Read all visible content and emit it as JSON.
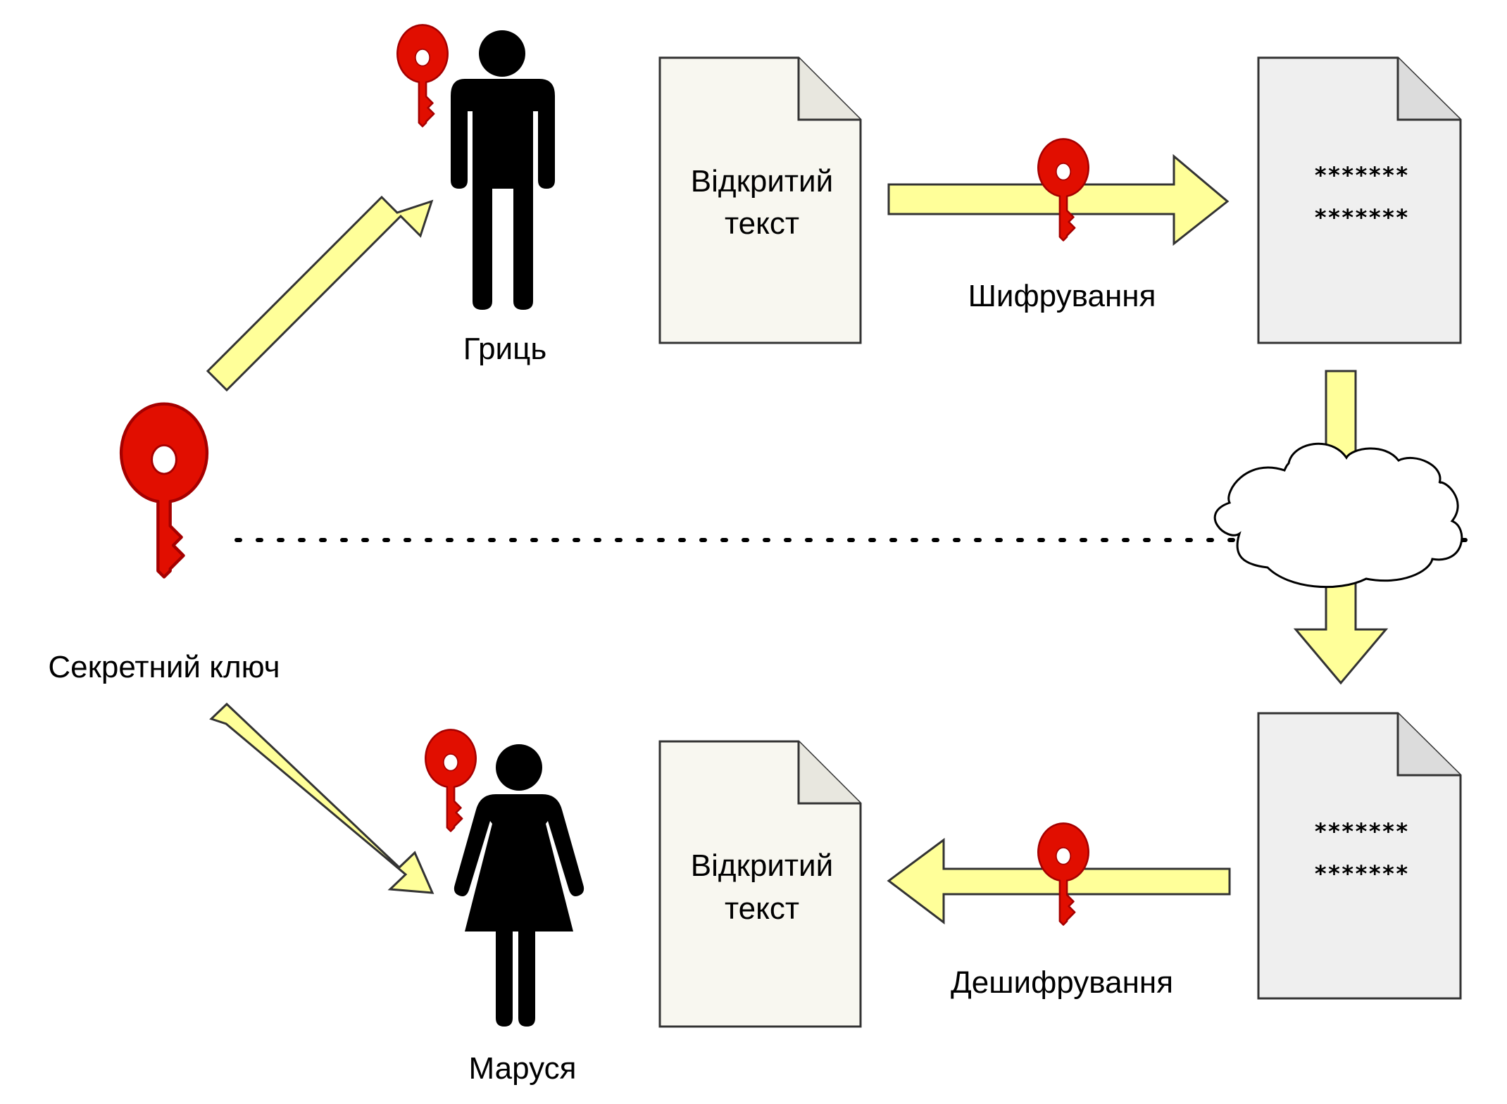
{
  "labels": {
    "secret_key": "Секретний ключ",
    "sender": "Гриць",
    "receiver": "Маруся",
    "plaintext_top_line1": "Відкритий",
    "plaintext_top_line2": "текст",
    "plaintext_bottom_line1": "Відкритий",
    "plaintext_bottom_line2": "текст",
    "encryption": "Шифрування",
    "decryption": "Дешифрування",
    "cipher_top_line1": "*******",
    "cipher_top_line2": "*******",
    "cipher_bottom_line1": "*******",
    "cipher_bottom_line2": "*******"
  },
  "icons": {
    "key": "key-icon",
    "man": "man-icon",
    "woman": "woman-icon",
    "document": "document-icon",
    "cloud": "cloud-icon"
  },
  "colors": {
    "key": "#e10e00",
    "key_stroke": "#a50000",
    "arrow_fill": "#ffff99",
    "arrow_stroke": "#333333",
    "plain_doc_fill": "#f8f7f0",
    "cipher_doc_fill": "#efefef",
    "doc_stroke": "#333333",
    "person": "#000000",
    "cloud_fill": "#ffffff",
    "dots": "#000000"
  }
}
